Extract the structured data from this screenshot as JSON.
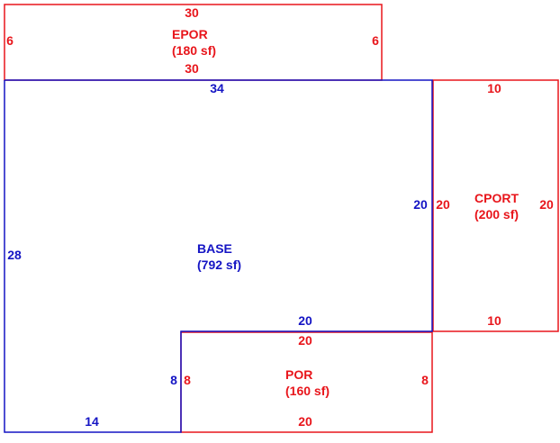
{
  "colors": {
    "base": "#1414c4",
    "addition": "#e8151b",
    "background": "#ffffff"
  },
  "areas": {
    "epor": {
      "name": "EPOR",
      "area": "(180 sf)",
      "dims": {
        "top": "30",
        "bottom": "30",
        "left": "6",
        "right": "6"
      }
    },
    "base": {
      "name": "BASE",
      "area": "(792 sf)",
      "dims": {
        "top": "34",
        "left": "28",
        "right": "20",
        "inner_horizontal": "20",
        "inner_vertical": "8",
        "bottom": "14"
      }
    },
    "cport": {
      "name": "CPORT",
      "area": "(200 sf)",
      "dims": {
        "top": "10",
        "bottom": "10",
        "left": "20",
        "right": "20"
      }
    },
    "por": {
      "name": "POR",
      "area": "(160 sf)",
      "dims": {
        "top": "20",
        "bottom": "20",
        "left": "8",
        "right": "8"
      }
    }
  }
}
